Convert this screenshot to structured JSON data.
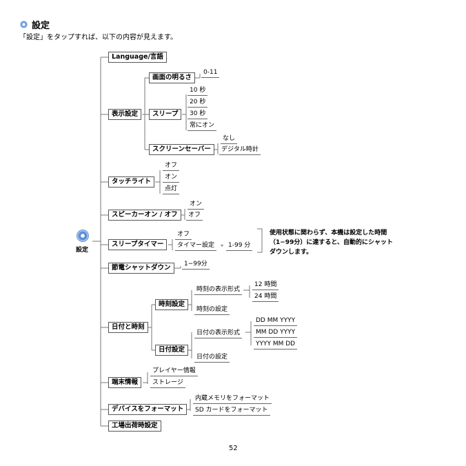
{
  "header": {
    "title": "設定",
    "subtitle": "「設定」をタップすれば、以下の内容が見えます。"
  },
  "root": {
    "label": "設定",
    "icon": "gear-icon"
  },
  "tree": {
    "language": "Language/言語",
    "display": {
      "label": "表示設定",
      "brightness": {
        "label": "画面の明るさ",
        "value": "0-11"
      },
      "sleep": {
        "label": "スリープ",
        "options": [
          "10 秒",
          "20 秒",
          "30 秒",
          "常にオン"
        ]
      },
      "screensaver": {
        "label": "スクリーンセーバー",
        "options": [
          "なし",
          "デジタル時計"
        ]
      }
    },
    "touchlight": {
      "label": "タッチライト",
      "options": [
        "オフ",
        "オン",
        "点灯"
      ]
    },
    "speaker": {
      "label": "スピーカーオン / オフ",
      "options": [
        "オン",
        "オフ"
      ]
    },
    "sleeptimer": {
      "label": "スリープタイマー",
      "options": [
        "オフ",
        "タイマー設定"
      ],
      "range": "1-99 分",
      "note": [
        "使用状態に関わらず、本機は設定した時間",
        "（1−99分）に達すると、自動的にシャット",
        "ダウンします。"
      ]
    },
    "powersave": {
      "label": "節電シャットダウン",
      "value": "1−99分"
    },
    "datetime": {
      "label": "日付と時刻",
      "time": {
        "label": "時刻設定",
        "format_label": "時刻の表示形式",
        "formats": [
          "12 時間",
          "24 時間"
        ],
        "set_label": "時刻の設定"
      },
      "date": {
        "label": "日付設定",
        "format_label": "日付の表示形式",
        "formats": [
          "DD MM YYYY",
          "MM DD YYYY",
          "YYYY MM DD"
        ],
        "set_label": "日付の設定"
      }
    },
    "deviceinfo": {
      "label": "端末情報",
      "options": [
        "プレイヤー情報",
        "ストレージ"
      ]
    },
    "format": {
      "label": "デバイスをフォーマット",
      "options": [
        "内蔵メモリをフォーマット",
        "SD カードをフォーマット"
      ]
    },
    "factory": "工場出荷時設定"
  },
  "page_number": "52"
}
